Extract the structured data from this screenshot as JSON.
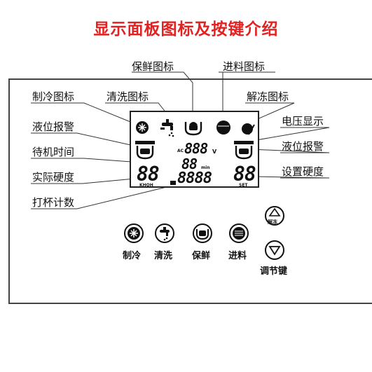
{
  "title": "显示面板图标及按键介绍",
  "callouts": {
    "keep_fresh_icon": "保鲜图标",
    "feed_icon": "进料图标",
    "cooling_icon": "制冷图标",
    "cleaning_icon": "清洗图标",
    "defrost_icon": "解冻图标",
    "level_alarm_left": "液位报警",
    "voltage_display": "电压显示",
    "standby_time": "待机时间",
    "level_alarm_right": "液位报警",
    "actual_hardness": "实际硬度",
    "set_hardness": "设置硬度",
    "cup_count": "打杯计数"
  },
  "lcd": {
    "voltage_digits": "888",
    "voltage_prefix": "AC",
    "voltage_unit": "V",
    "time_digits": "88",
    "time_unit": "min",
    "actual_digits": "88",
    "actual_tag": "KHOH",
    "set_digits": "88",
    "set_tag": "SET",
    "count_digits": "8888"
  },
  "buttons": {
    "cooling": "制冷",
    "cleaning": "清洗",
    "keep_fresh": "保鲜",
    "feed": "进料",
    "defrost": "解冻",
    "adjust": "调节键"
  }
}
